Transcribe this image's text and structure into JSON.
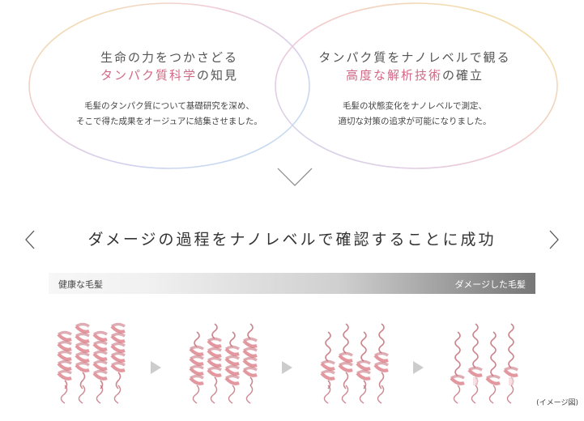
{
  "left_circle": {
    "title": "生命の力をつかさどる",
    "sub_highlight": "タンパク質科学",
    "sub_rest": "の知見",
    "body": [
      "毛髪のタンパク質について基礎研究を深め、",
      "そこで得た成果をオージュアに結集させました。"
    ]
  },
  "right_circle": {
    "title": "タンパク質をナノレベルで観る",
    "sub_hl1": "高度な",
    "sub_hl2": "解析技術",
    "sub_rest": "の確立",
    "body": [
      "毛髪の状態変化をナノレベルで測定、",
      "適切な対策の追求が可能になりました。"
    ]
  },
  "heading": "ダメージの過程をナノレベルで確認することに成功",
  "bar": {
    "left_label": "健康な毛髪",
    "right_label": "ダメージした毛髪"
  },
  "stages": [
    {
      "damage_level": 0
    },
    {
      "damage_level": 1
    },
    {
      "damage_level": 2
    },
    {
      "damage_level": 3
    }
  ],
  "caption": "(イメージ図)",
  "colors": {
    "accent": "#d16a86",
    "ribbon_fill": "#e3979f",
    "ribbon_stroke": "#c26a76",
    "arrow": "#cccccc"
  }
}
